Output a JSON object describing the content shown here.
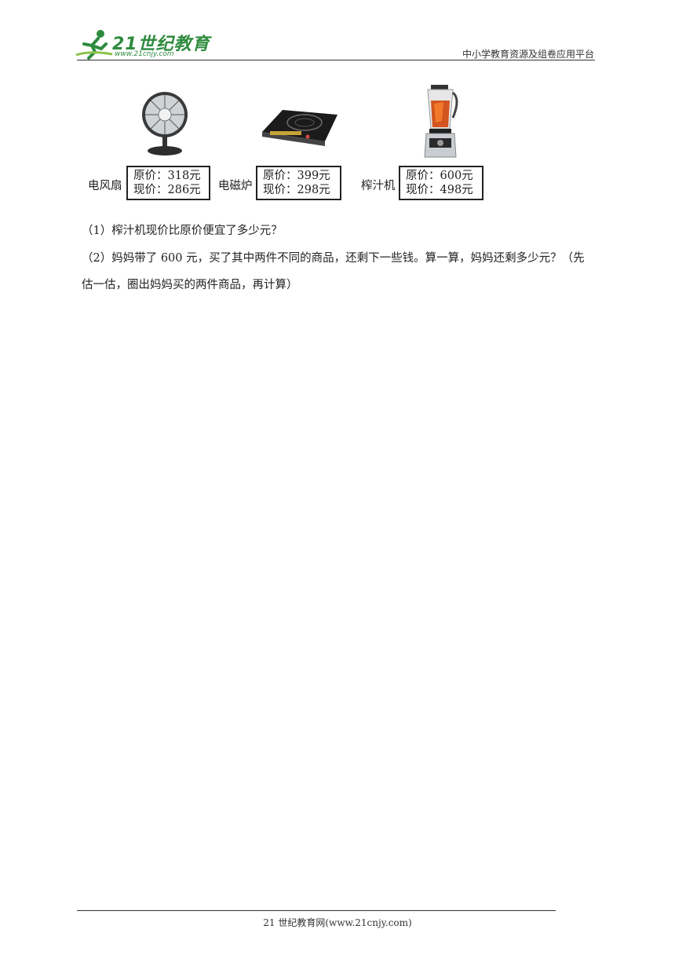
{
  "header": {
    "logo_text": "21世纪教育",
    "logo_url": "www.21cnjy.com",
    "right_text": "中小学教育资源及组卷应用平台"
  },
  "products": [
    {
      "name": "电风扇",
      "original": "原价：318元",
      "current": "现价：286元",
      "icon": "fan-icon"
    },
    {
      "name": "电磁炉",
      "original": "原价：399元",
      "current": "现价：298元",
      "icon": "induction-cooker-icon"
    },
    {
      "name": "榨汁机",
      "original": "原价：600元",
      "current": "现价：498元",
      "icon": "juicer-icon"
    }
  ],
  "questions": {
    "q1": "（1）榨汁机现价比原价便宜了多少元？",
    "q2_line1": "（2）妈妈带了 600 元，买了其中两件不同的商品，还剩下一些钱。算一算，妈妈还剩多少元？（先",
    "q2_line2": "估一估，圈出妈妈买的两件商品，再计算）"
  },
  "footer": {
    "text": "21 世纪教育网(www.21cnjy.com)"
  }
}
